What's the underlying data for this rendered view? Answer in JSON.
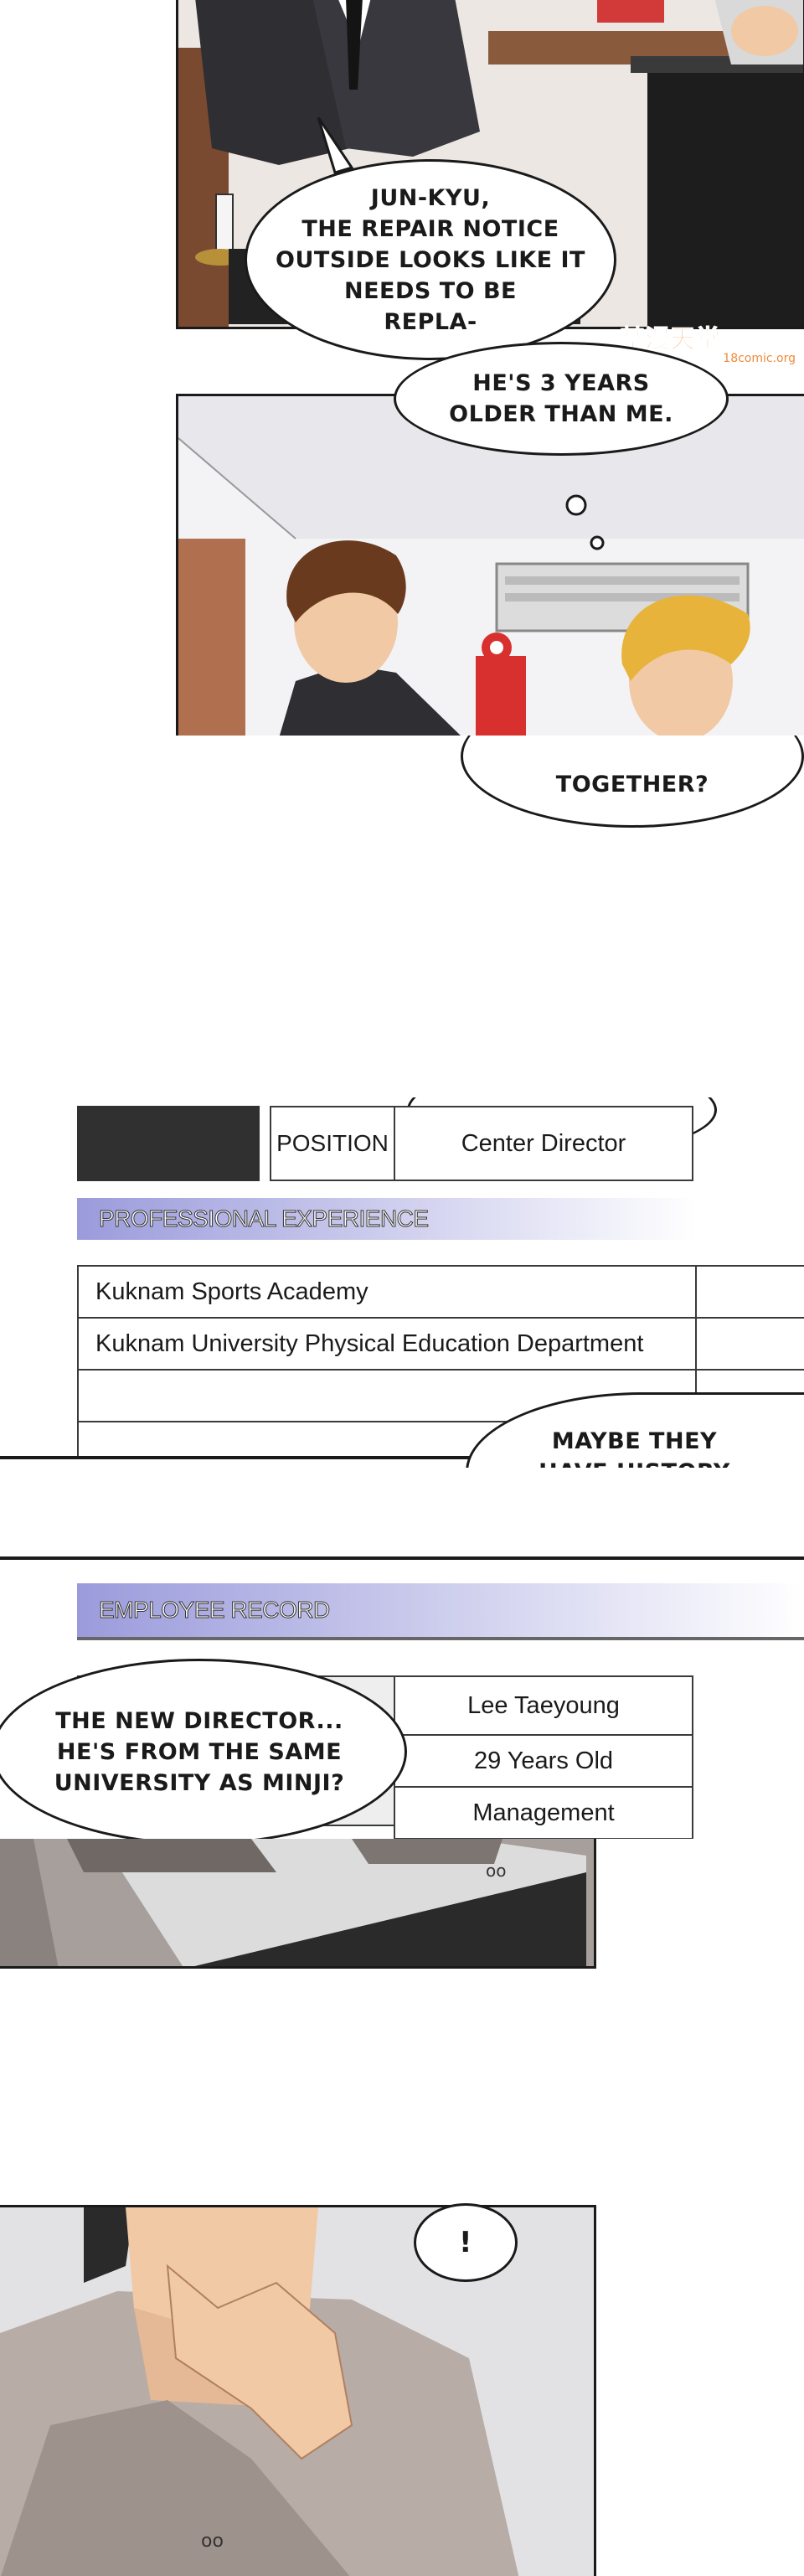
{
  "watermark": {
    "text": "禁漫天堂",
    "sub": "18comic.org"
  },
  "bubbles": {
    "repair_notice": [
      "JUN-KYU,",
      "THE REPAIR NOTICE",
      "OUTSIDE LOOKS LIKE IT",
      "NEEDS TO BE",
      "REPLA-"
    ],
    "older": [
      "HE'S 3 YEARS",
      "OLDER THAN ME."
    ],
    "together": [
      "TOGETHER?"
    ],
    "history": [
      "MAYBE THEY",
      "HAVE HISTORY"
    ],
    "new_director": [
      "THE NEW DIRECTOR...",
      "HE'S FROM THE SAME",
      "UNIVERSITY AS MINJI?"
    ],
    "exclaim": [
      "!"
    ]
  },
  "record_top": {
    "position_label": "POSITION",
    "position_value": "Center Director",
    "experience_header": "PROFESSIONAL EXPERIENCE",
    "experience": [
      "Kuknam Sports Academy",
      "Kuknam University Physical Education Department"
    ]
  },
  "record_bottom": {
    "header": "EMPLOYEE RECORD",
    "values": [
      "Lee Taeyoung",
      "29 Years Old",
      "Management"
    ]
  },
  "colors": {
    "suit": "#2e2e33",
    "hair_brown": "#6a3a1e",
    "hair_blond": "#e8b33a",
    "skin": "#f1c9a5",
    "header_grad_start": "#9b9bdc",
    "header_grad_end": "#ffffff",
    "watermark": "#f08a3a"
  }
}
